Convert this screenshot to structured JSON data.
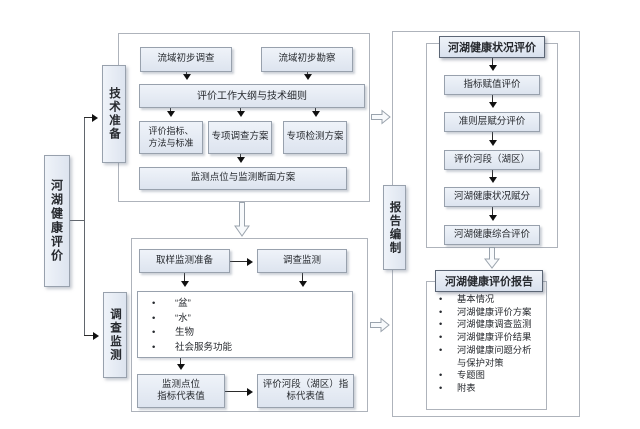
{
  "root": {
    "label": "河湖健康评价"
  },
  "tech_prep": {
    "label": "技术准备",
    "watershed_survey": "流域初步调查",
    "watershed_recon": "流域初步勘察",
    "outline": "评价工作大纲与技术细则",
    "indicators": "评价指标、\n方法与标准",
    "special_survey_plan": "专项调查方案",
    "special_test_plan": "专项检测方案",
    "monitoring_plan": "监测点位与监测断面方案"
  },
  "survey_monitor": {
    "label": "调查监测",
    "sampling_prep": "取样监测准备",
    "survey": "调查监测",
    "aspects": [
      "“盆”",
      "“水”",
      "生物",
      "社会服务功能"
    ],
    "point_values": "监测点位\n指标代表值",
    "reach_values": "评价河段（湖区）指\n标代表值"
  },
  "report": {
    "label": "报告编制",
    "status_header": "河湖健康状况评价",
    "flow": [
      "指标赋值评价",
      "准则层赋分评价",
      "评价河段（湖区）",
      "河湖健康状况赋分",
      "河湖健康综合评价"
    ],
    "report_header": "河湖健康评价报告",
    "contents": [
      "基本情况",
      "河湖健康评价方案",
      "河湖健康调查监测",
      "河湖健康评价结果",
      "河湖健康问题分析",
      "与保护对策",
      "专题图",
      "附表"
    ]
  },
  "colors": {
    "box_fill_top": "#eff3f9",
    "box_fill_bottom": "#dde4ef",
    "box_border": "#98a1ad",
    "header_border": "#5c6675",
    "frame_border": "#aeb3bb",
    "arrow": "#101010"
  }
}
